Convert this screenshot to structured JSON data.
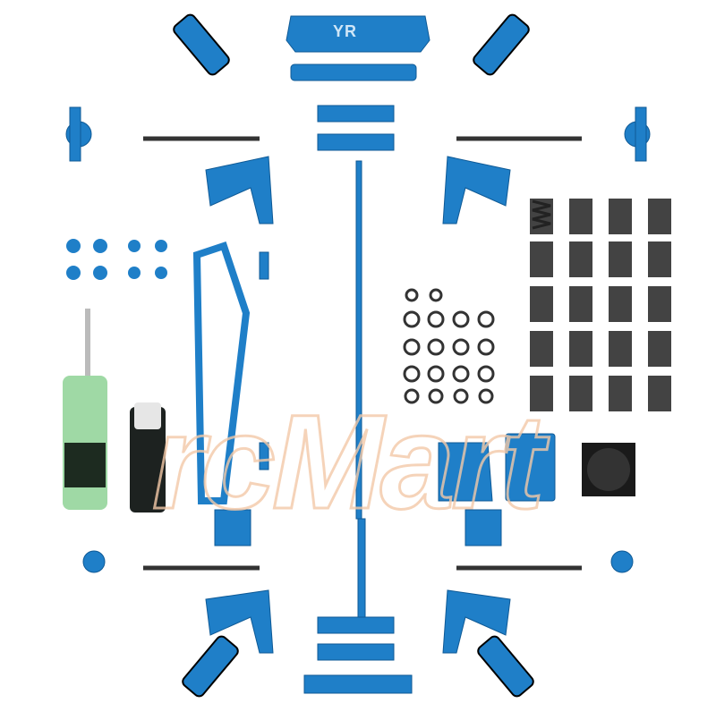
{
  "image": {
    "description": "Blue anodized aluminum RC car hop-up parts kit laid out symmetrically on white background",
    "colors": {
      "part_blue": "#1f7fc8",
      "part_dark": "#222222",
      "background": "#ffffff",
      "watermark": "#f3c9a8",
      "bottle_green": "#9fd9a5"
    },
    "logo_text": "YR",
    "watermark_text": "rcMart",
    "fan_logo": "YR"
  }
}
